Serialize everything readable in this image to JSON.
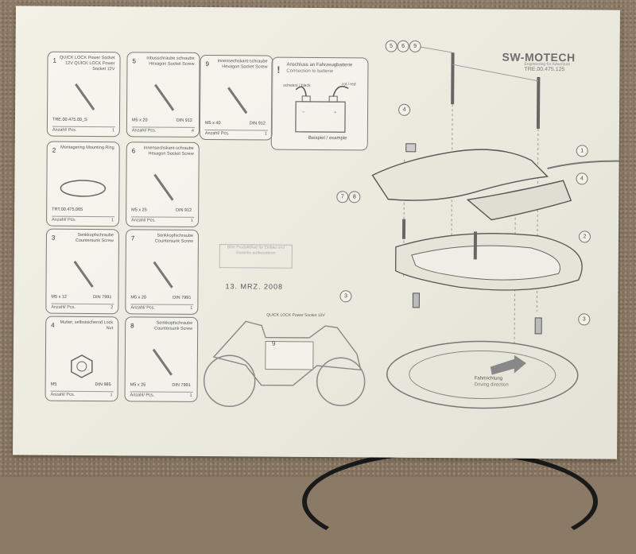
{
  "brand": {
    "logo": "SW-MOTECH",
    "subtitle": "Engineering for Adventure",
    "code": "TRE.00.475.125"
  },
  "parts": [
    {
      "num": "1",
      "title": "QUICK LOCK Power Socket 12V QUICK LOCK Power Socket 12V",
      "spec": "TRE.00.475.00_S",
      "spec2": "",
      "qty_label": "Anzahl/ Pcs.",
      "qty": "1"
    },
    {
      "num": "5",
      "title": "Inbusschraube schraube Hexagon Socket Screw",
      "spec": "M5 x 20",
      "spec2": "DIN 912",
      "qty_label": "Anzahl/ Pcs.",
      "qty": "4"
    },
    {
      "num": "9",
      "title": "Innensechskant-schraube Hexagon Socket Screw",
      "spec": "M5 x 40",
      "spec2": "DIN 912",
      "qty_label": "Anzahl/ Pcs.",
      "qty": "1"
    },
    {
      "num": "2",
      "title": "Montagering Mounting Ring",
      "spec": "TRT.00.475.065",
      "spec2": "",
      "qty_label": "Anzahl/ Pcs.",
      "qty": "1"
    },
    {
      "num": "6",
      "title": "Innensechskant-schraube Hexagon Socket Screw",
      "spec": "M5 x 25",
      "spec2": "DIN 912",
      "qty_label": "Anzahl/ Pcs.",
      "qty": "1"
    },
    {
      "num": "3",
      "title": "Senkkopfschraube Countersunk Screw",
      "spec": "M5 x 12",
      "spec2": "DIN 7991",
      "qty_label": "Anzahl/ Pcs.",
      "qty": "2"
    },
    {
      "num": "7",
      "title": "Senkkopfschraube Countersunk Screw",
      "spec": "M5 x 20",
      "spec2": "DIN 7991",
      "qty_label": "Anzahl/ Pcs.",
      "qty": "1"
    },
    {
      "num": "4",
      "title": "Mutter, selbstsichernd Lock Nut",
      "spec": "M5",
      "spec2": "DIN 985",
      "qty_label": "Anzahl/ Pcs.",
      "qty": "1"
    },
    {
      "num": "8",
      "title": "Senkkopfschraube Countersunk Screw",
      "spec": "M5 x 25",
      "spec2": "DIN 7991",
      "qty_label": "Anzahl/ Pcs.",
      "qty": "1"
    }
  ],
  "battery": {
    "title": "Anschluss an Fahrzeugbatterie",
    "subtitle": "Connection to batterie",
    "left": "schwarz / black",
    "right": "rot / red",
    "caption": "Beispiel / example"
  },
  "stamp": "Bitte Produktblatt für Einbau und Garantie aufbewahren",
  "date": "13. MRZ. 2008",
  "moto": {
    "label": "QUICK LOCK Power Socket 12V",
    "nine": "9"
  },
  "diagram": {
    "callouts": [
      "5",
      "6",
      "9",
      "4",
      "1",
      "4",
      "7",
      "8",
      "2",
      "3",
      "3"
    ],
    "direction_de": "Fahrtrichtung",
    "direction_en": "Driving direction"
  }
}
